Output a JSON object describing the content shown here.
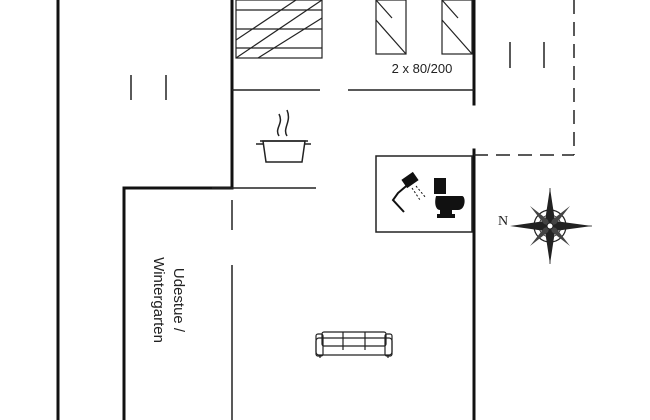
{
  "labels": {
    "beds": "2 x 80/200",
    "room_line1": "Udestue /",
    "room_line2": "Wintergarten",
    "north": "N"
  },
  "colors": {
    "wall": "#111111",
    "line": "#222222",
    "background": "#ffffff"
  },
  "icons": [
    "cooking-pot-icon",
    "shower-icon",
    "toilet-icon",
    "sofa-icon",
    "compass-rose-icon",
    "bed-icon"
  ]
}
